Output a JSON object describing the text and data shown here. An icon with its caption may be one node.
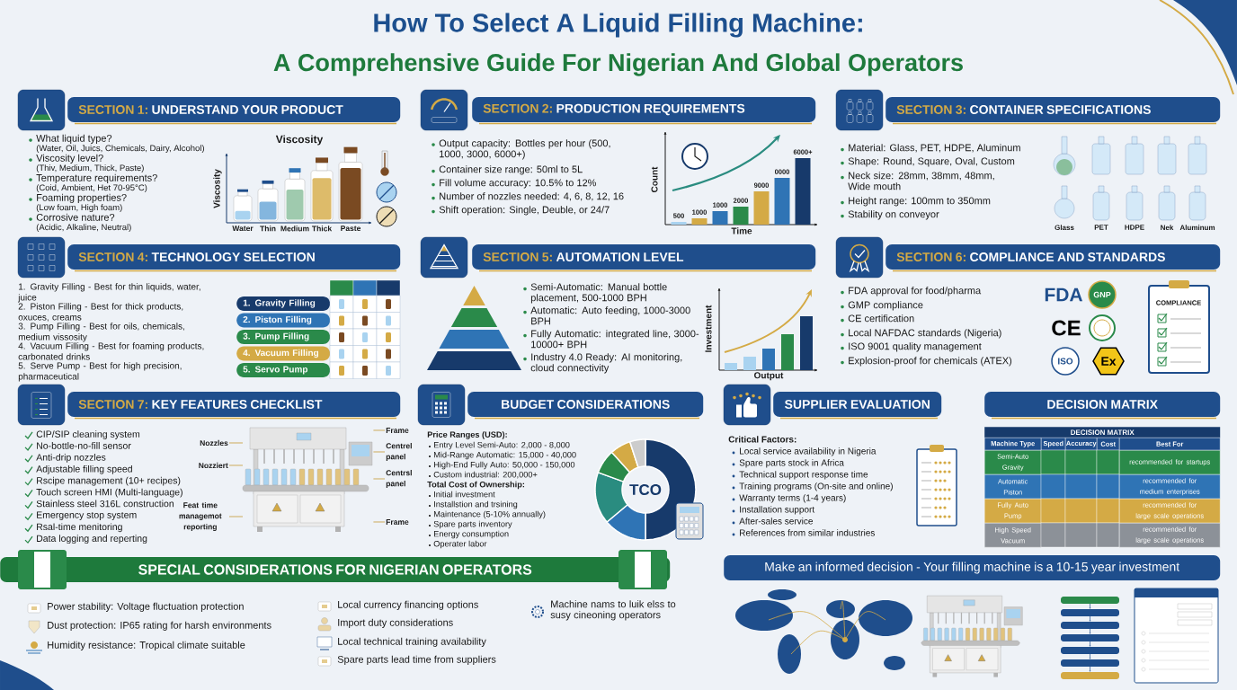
{
  "diagram": {
    "title": "How To Select A Liquid Filling Machine:",
    "nodes": [
      {
        "text": [
          "SECTION 1:",
          "UNDERSTAND YOUR PRODUCT"
        ]
      },
      {
        "text": [
          "SECTION 2:",
          "PRODUCTION REQUIREMENTS"
        ]
      },
      {
        "text": [
          "SECTION 3:",
          "CONTAINER SPECIFICATIONS"
        ]
      },
      {
        "text": [
          "SECTION 4:",
          "TECHNOLOGY SELECTION"
        ]
      },
      {
        "text": [
          "SECTION 5:",
          "AUTOMATION LEVEL"
        ]
      },
      {
        "text": [
          "SECTION 6:",
          "COMPLIANCE AND STANDARDS"
        ]
      },
      {
        "text": [
          "SECTION 7:",
          "KEY FEATURES CHECKLIST"
        ]
      },
      {
        "text": [
          "BUDGET CONSIDERATIONS"
        ]
      },
      {
        "text": [
          "SUPPLIER EVALUATION"
        ]
      },
      {
        "text": [
          "DECISION MATRIX"
        ]
      },
      {
        "text": [
          "SPECIAL CONSIDERATIONS FOR NIGERIAN OPERATORS"
        ]
      },
      {
        "text": [
          "Make an informed decision - Your filling machine is a 10-15 year investment"
        ]
      },
      {
        "text": [],
        "shape": "picture"
      },
      {
        "text": [
          "Nozzles"
        ]
      },
      {
        "text": [
          "Nozziert"
        ]
      },
      {
        "text": [
          "Feat time managemot reporting"
        ]
      },
      {
        "text": [
          "Frame"
        ]
      },
      {
        "text": [
          "Centrel panel"
        ]
      },
      {
        "text": [
          "Centrsl panel"
        ]
      },
      {
        "text": [
          "Frame"
        ]
      }
    ],
    "edges": [
      {
        "from": 13,
        "to": 12,
        "arrow": "none"
      },
      {
        "from": 14,
        "to": 12,
        "arrow": "none"
      },
      {
        "from": 15,
        "to": 12,
        "arrow": "none"
      },
      {
        "from": 16,
        "to": 12,
        "arrow": "none"
      },
      {
        "from": 17,
        "to": 12,
        "arrow": "none"
      },
      {
        "from": 18,
        "to": 12,
        "arrow": "none"
      },
      {
        "from": 19,
        "to": 12,
        "arrow": "none"
      }
    ],
    "labels": [
      "A Comprehensive Guide For Nigerian And Global Operators",
      "What liquid type?",
      "(Water, Oil, Juics, Chemicals, Dairy, Alcohol)",
      "Viscosity level?",
      "(Thiv, Medium, Thick, Paste)",
      "Temperature requirements?",
      "(Coid, Ambient, Het 70-95°C)",
      "Foaming properties?",
      "(Low foam, High foam)",
      "Corrosive nature?",
      "(Acidic, Alkaline, Neutral)",
      "Viscosity",
      "Viscosity",
      "Water",
      "Thin",
      "Medium",
      "Thick",
      "Paste",
      "Output capacity: Bottles per hour (500, 1000, 3000, 6000+)",
      "Container size range: 50ml to 5L",
      "Fill volume accuracy: 10.5% to 12%",
      "Number of nozzles needed: 4, 6, 8, 12, 16",
      "Shift operation: Single, Deuble, or 24/7",
      "Count",
      "Time",
      "500",
      "1000",
      "1000",
      "2000",
      "9000",
      "0000",
      "6000+",
      "Material: Glass, PET, HDPE, Aluminum",
      "Shape: Round, Square, Oval, Custom",
      "Neck size: 28mm, 38mm, 48mm, Wide mouth",
      "Height range: 100mm to 350mm",
      "Stability on conveyor",
      "Glass",
      "PET",
      "HDPE",
      "Nek",
      "Aluminum",
      "1. Gravity Filling - Best for thin liquids, water, juice",
      "2. Piston Filling - Best for thick products, oxuces, creams",
      "3. Pump Filling - Best for oils, chemicals, medium vissosity",
      "4. Vacuum Filling - Best for foaming products, carbonated drinks",
      "5. Serve Pump - Best for high precision, pharmaceutical",
      "1. Gravity Filling",
      "2. Piston Filling",
      "3. Pump Filling",
      "4. Vacuum Filling",
      "5. Servo Pump",
      "Semi-Automatic: Manual bottle placement, 500-1000 BPH",
      "Automatic: Auto feeding, 1000-3000 BPH",
      "Fully Automatic: integrated line, 3000-10000+ BPH",
      "Industry 4.0 Ready: AI monitoring, cloud connectivity",
      "Investment",
      "Output",
      "FDA approval for food/pharma",
      "GMP compliance",
      "CE certification",
      "Local NAFDAC standards (Nigeria)",
      "ISO 9001 quality management",
      "Explosion-proof for chemicals (ATEX)",
      "FDA",
      "GNP",
      "CE",
      "ISO",
      "Ex",
      "COMPLIANCE",
      "CIP/SIP cleaning system",
      "No-bottle-no-fill sensor",
      "Anti-drip nozzles",
      "Adjustable filling speed",
      "Rscipe management (10+ recipes)",
      "Touch screen HMI (Multi-language)",
      "Stainless steel 316L construction",
      "Emergency stop system",
      "Rsal-time menitoring",
      "Data logging and reperting",
      "Price Ranges (USD):",
      "Entry Level Semi-Auto: 2,000 - 8,000",
      "Mid-Range Automatic: 15,000 - 40,000",
      "High-End Fully Auto: 50,000 - 150,000",
      "Custom industrial: 200,000+",
      "Total Cost of Ownership:",
      "Initial investment",
      "Installstion and trsining",
      "Maintenance (5-10% annually)",
      "Spare parts inventory",
      "Energy consumption",
      "Operater labor",
      "TCO",
      "Critical Factors:",
      "Local service availability in Nigeria",
      "Spare parts stock in Africa",
      "Technical support response time",
      "Training programs (On-site and online)",
      "Warranty terms (1-4 years)",
      "Installation support",
      "After-sales service",
      "References from similar industries",
      "DECISION MATRIX",
      "Machine Type",
      "Speed",
      "Accuracy",
      "Cost",
      "Best For",
      "Semi-Auto Gravity",
      "recommended for startups",
      "Automatic Piston",
      "recommended for medium enterprises",
      "Fully Auto Pump",
      "recommended for large scale operations",
      "High Speed Vacuum",
      "recommended for large scale operations",
      "Power stability: Voltage fluctuation protection",
      "Dust protection: IP65 rating for harsh environments",
      "Humidity resistance: Tropical climate suitable",
      "Local currency financing options",
      "Import duty considerations",
      "Local technical training availability",
      "Spare parts lead time from suppliers",
      "Machine nams to luik elss to susy cineoning operators"
    ]
  }
}
